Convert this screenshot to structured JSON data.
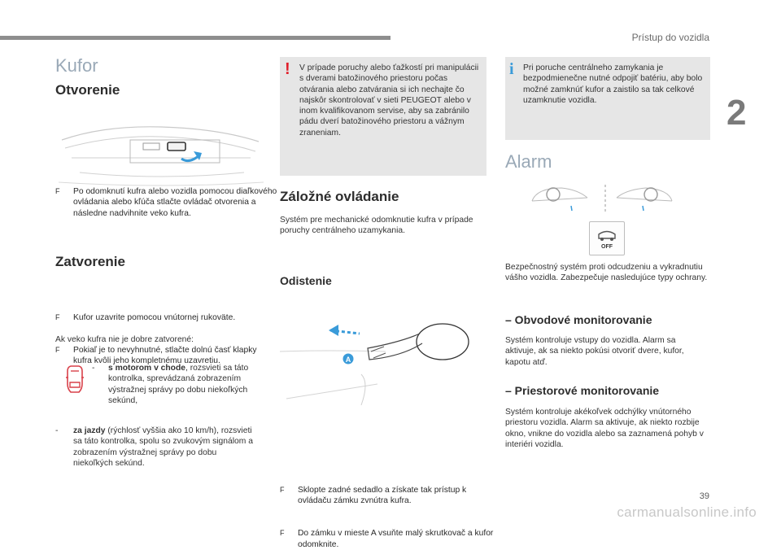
{
  "header": {
    "section_title": "Prístup do vozidla",
    "chapter_number": "2",
    "page_number": "39"
  },
  "watermark": "carmanualsonline.info",
  "col1": {
    "title": "Kufor",
    "opening": {
      "heading": "Otvorenie",
      "bullet": "Po odomknutí kufra alebo vozidla pomocou diaľkového ovládania alebo kľúča stlačte ovládač otvorenia a následne nadvihnite veko kufra."
    },
    "closing": {
      "heading": "Zatvorenie",
      "bullets": [
        "Kufor uzavrite pomocou vnútornej rukoväte.",
        "Pokiaľ je to nevyhnutné, stlačte dolnú časť klapky kufra kvôli jeho kompletnému uzavretiu."
      ],
      "intro": "Ak veko kufra nie je dobre zatvorené:",
      "item1_bold": "s motorom v chode",
      "item1_rest": ", rozsvieti sa táto kontrolka, sprevádzaná zobrazením výstražnej správy po dobu niekoľkých sekúnd,",
      "item2_bold": "za jazdy",
      "item2_rest": " (rýchlosť vyššia ako 10 km/h), rozsvieti sa táto kontrolka, spolu so zvukovým signálom a zobrazením výstražnej správy po dobu niekoľkých sekúnd."
    }
  },
  "col2": {
    "warning_text": "V prípade poruchy alebo ťažkostí pri manipulácii s dverami batožinového priestoru počas otvárania alebo zatvárania si ich nechajte čo najskôr skontrolovať v sieti PEUGEOT alebo v inom kvalifikovanom servise, aby sa zabránilo pádu dverí batožinového priestoru a vážnym zraneniam.",
    "backup_heading": "Záložné ovládanie",
    "backup_text": "Systém pre mechanické odomknutie kufra v prípade poruchy centrálneho uzamykania.",
    "unlock_heading": "Odistenie",
    "figure_label": "A",
    "bullets": [
      "Sklopte zadné sedadlo a získate tak prístup k ovládaču zámku zvnútra kufra.",
      "Do zámku v mieste A vsuňte malý skrutkovač a kufor odomknite."
    ]
  },
  "col3": {
    "info_text": "Pri poruche centrálneho zamykania je bezpodmienečne nutné odpojiť batériu, aby bolo možné zamknúť kufor a zaistilo sa tak celkové uzamknutie vozidla.",
    "alarm_title": "Alarm",
    "off_label": "OFF",
    "alarm_intro": "Bezpečnostný systém proti odcudzeniu a vykradnutiu vášho vozidla. Zabezpečuje nasledujúce typy ochrany.",
    "perimeter_heading": "– Obvodové monitorovanie",
    "perimeter_text": "Systém kontroluje vstupy do vozidla. Alarm sa aktivuje, ak sa niekto pokúsi otvoriť dvere, kufor, kapotu atď.",
    "interior_heading": "– Priestorové monitorovanie",
    "interior_text": "Systém kontroluje akékoľvek odchýlky vnútorného priestoru vozidla. Alarm sa aktivuje, ak niekto rozbije okno, vnikne do vozidla alebo sa zaznamená pohyb v interiéri vozidla."
  },
  "colors": {
    "title_blue": "#9aa9b7",
    "warning_red": "#e0202c",
    "info_blue": "#3a9bd9",
    "box_grey": "#e6e6e6",
    "lamp_red": "#d9414a"
  }
}
